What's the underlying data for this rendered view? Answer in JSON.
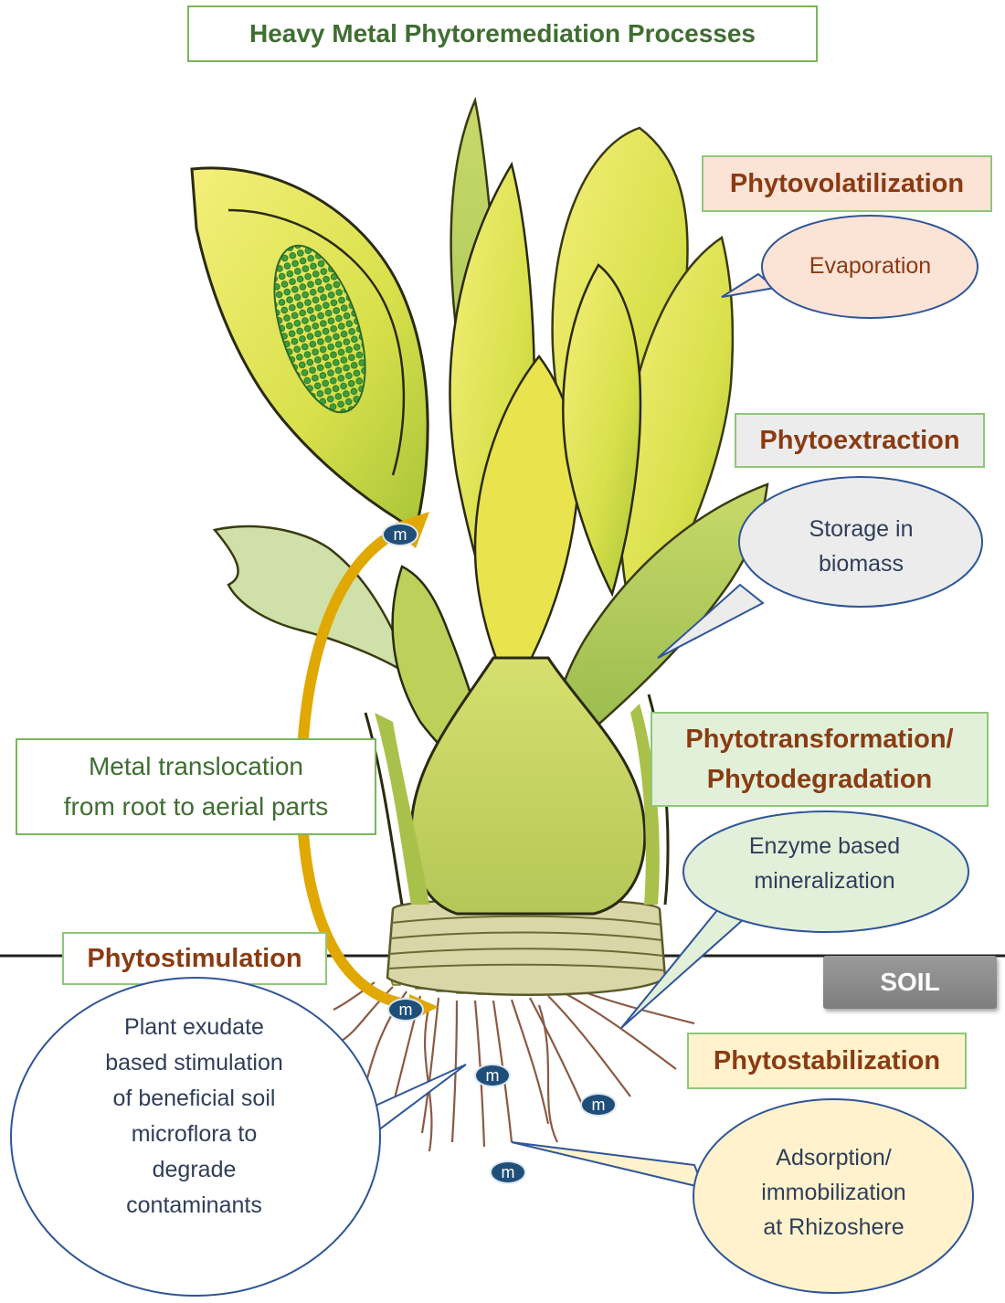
{
  "title": "Heavy Metal Phytoremediation Processes",
  "processes": {
    "phytovolatilization": {
      "label": "Phytovolatilization",
      "detail": "Evaporation",
      "box_color": "#fbe3d6",
      "bubble_color": "#fbe3d6"
    },
    "phytoextraction": {
      "label": "Phytoextraction",
      "detail_line1": "Storage in",
      "detail_line2": "biomass",
      "box_color": "#ececec",
      "bubble_color": "#ececec"
    },
    "phytotransformation": {
      "label_line1": "Phytotransformation/",
      "label_line2": "Phytodegradation",
      "detail_line1": "Enzyme based",
      "detail_line2": "mineralization",
      "box_color": "#e2f0d9",
      "bubble_color": "#e2f0d9"
    },
    "phytostimulation": {
      "label": "Phytostimulation",
      "detail_lines": [
        "Plant exudate",
        "based stimulation",
        "of beneficial soil",
        "microflora to",
        "degrade",
        "contaminants"
      ],
      "box_color": "#ffffff",
      "bubble_color": "#ffffff"
    },
    "phytostabilization": {
      "label": "Phytostabilization",
      "detail_lines": [
        "Adsorption/",
        "immobilization",
        "at Rhizoshere"
      ],
      "box_color": "#fff2cc",
      "bubble_color": "#fff2cc"
    }
  },
  "translocation": {
    "line1": "Metal translocation",
    "line2": "from root to aerial parts"
  },
  "soil_label": "SOIL",
  "metal_symbol": "m",
  "colors": {
    "title_text": "#3f6e31",
    "process_text": "#8a3b12",
    "bubble_border": "#2f5597",
    "arrow": "#e0a800",
    "metal_dot": "#1f4e79"
  }
}
